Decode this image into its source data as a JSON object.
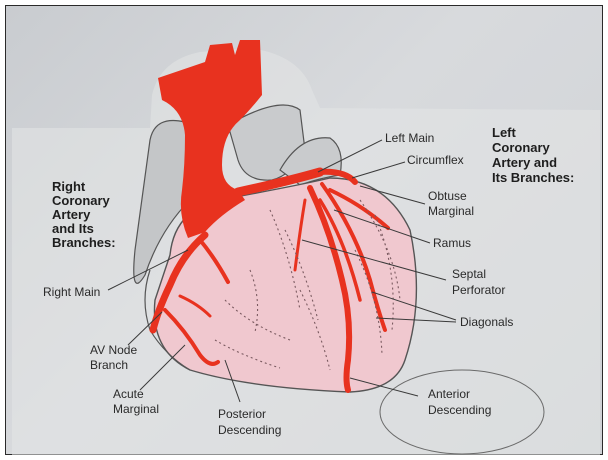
{
  "headings": {
    "left_coronary": [
      "Left",
      "Coronary",
      "Artery and",
      "Its Branches:"
    ],
    "right_coronary": [
      "Right",
      "Coronary",
      "Artery",
      "and Its",
      "Branches:"
    ]
  },
  "labels": {
    "left_main": "Left Main",
    "circumflex": "Circumflex",
    "obtuse_marginal": [
      "Obtuse",
      "Marginal"
    ],
    "ramus": "Ramus",
    "septal_perforator": [
      "Septal",
      "Perforator"
    ],
    "diagonals": "Diagonals",
    "anterior_descending": [
      "Anterior",
      "Descending"
    ],
    "posterior_descending": [
      "Posterior",
      "Descending"
    ],
    "acute_marginal": [
      "Acute",
      "Marginal"
    ],
    "av_node_branch": [
      "AV Node",
      "Branch"
    ],
    "right_main": "Right Main"
  },
  "colors": {
    "artery": "#e8321f",
    "myocardium": "#f0c8cf",
    "atria_gray": "#c4c6c8",
    "outline": "#555555",
    "background": "#d3d5d8"
  }
}
